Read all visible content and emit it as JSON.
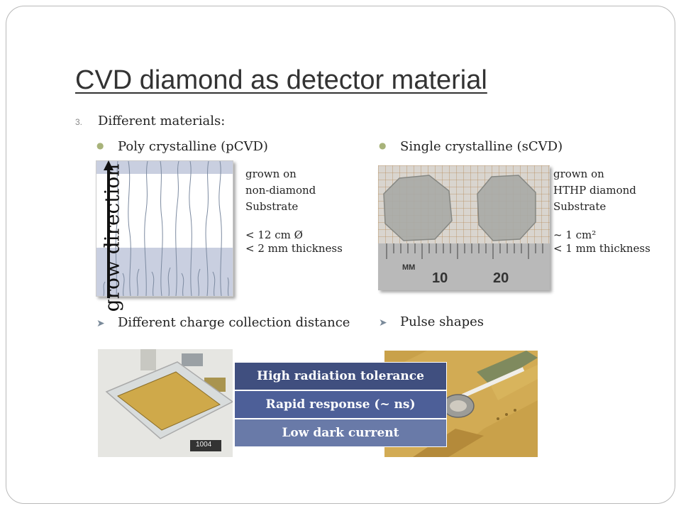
{
  "slide": {
    "title": "CVD diamond as detector material",
    "list_number": "3.",
    "list_item": "Different materials:"
  },
  "left": {
    "bullet": "Poly crystalline (pCVD)",
    "image_label": "grow direction",
    "notes": [
      "grown on",
      "non-diamond",
      "Substrate",
      "< 12 cm Ø",
      "< 2 mm thickness"
    ],
    "arrow_bullet": "Different charge collection distance"
  },
  "right": {
    "bullet": "Single crystalline (sCVD)",
    "notes": [
      "grown on",
      "HTHP diamond",
      "Substrate",
      "~ 1 cm²",
      "< 1 mm thickness"
    ],
    "ruler_labels": [
      "MM",
      "10",
      "20"
    ],
    "arrow_bullet": "Pulse shapes"
  },
  "properties": [
    "High radiation tolerance",
    "Rapid response (~ ns)",
    "Low dark current"
  ],
  "photo_left_text": "1004",
  "colors": {
    "bullet_dot": "#a8b37a",
    "table_row_1": "#404f7f",
    "table_row_2": "#4d5f98",
    "table_row_3": "#697aa8",
    "band": "#c9cfe0"
  }
}
